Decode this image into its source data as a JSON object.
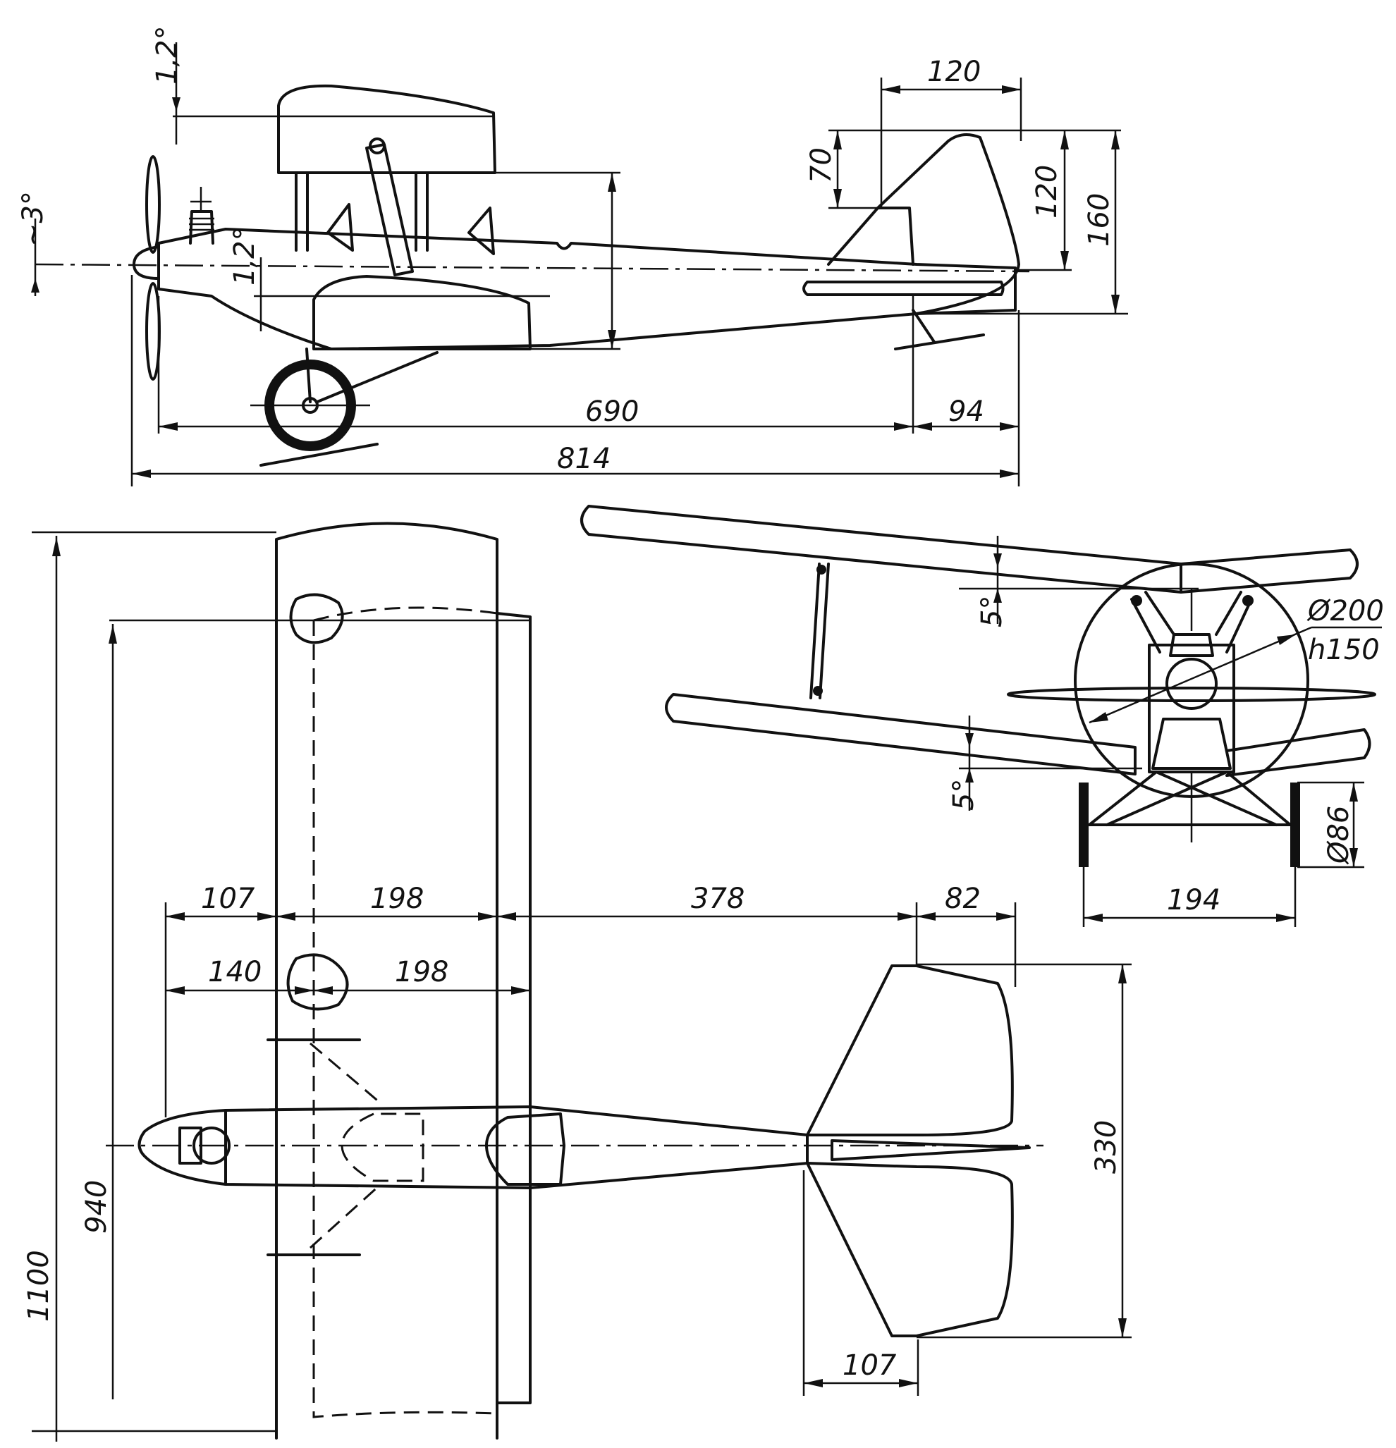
{
  "side_view": {
    "upper_wing_incidence": "1,2°",
    "lower_wing_incidence": "1,2°",
    "thrust_line_angle": "~3°",
    "fuselage_length": "690",
    "tail_overhang": "94",
    "overall_length": "814",
    "fin_chord": "120",
    "fin_upper_height": "70",
    "fin_height_above_thrust_line": "120",
    "fin_total_height": "160"
  },
  "front_view": {
    "upper_dihedral": "5°",
    "lower_dihedral": "5°",
    "propeller_diameter": "Ø200",
    "propeller_pitch": "h150",
    "wheel_diameter": "Ø86",
    "track": "194"
  },
  "top_view": {
    "upper_span": "1100",
    "lower_span": "940",
    "nose_to_upper_wing": "107",
    "upper_wing_chord": "198",
    "wing_to_stabilizer": "378",
    "stabilizer_chord": "82",
    "nose_to_lower_wing": "140",
    "lower_wing_chord": "198",
    "stabilizer_span": "330",
    "elevator_root_chord": "107"
  }
}
